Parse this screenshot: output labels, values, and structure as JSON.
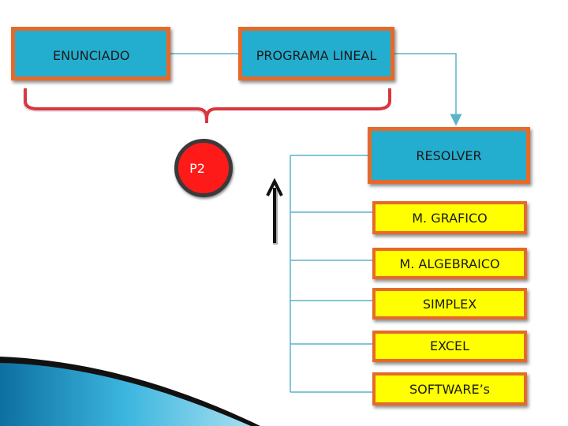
{
  "nodes": {
    "enunciado": "ENUNCIADO",
    "programa_lineal": "PROGRAMA LINEAL",
    "p2": "P2",
    "resolver": "RESOLVER",
    "metodos": [
      "M. GRAFICO",
      "M. ALGEBRAICO",
      "SIMPLEX",
      "EXCEL",
      "SOFTWARE’s"
    ]
  },
  "colors": {
    "box_blue": "#23aed0",
    "box_yellow": "#ffff00",
    "box_border": "#e56a2a",
    "connector": "#5ab4c8",
    "brace": "#d9363e",
    "circle": "#ff1a1a"
  }
}
